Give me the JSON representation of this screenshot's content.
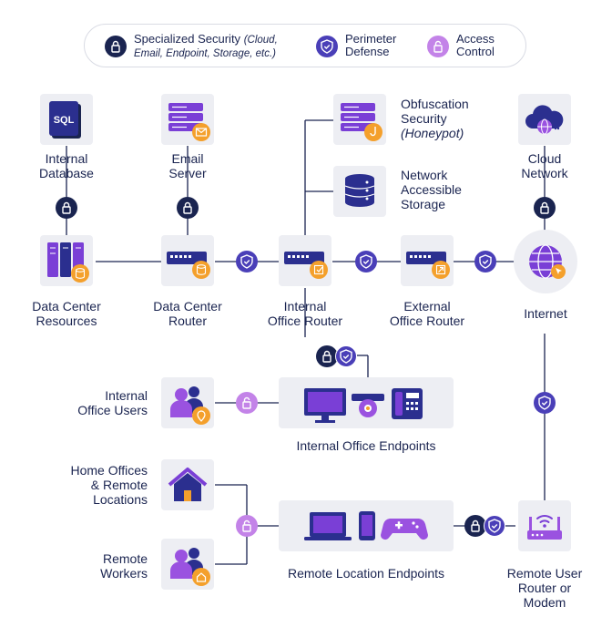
{
  "legend": {
    "specialized_title": "Specialized Security",
    "specialized_detail_1": "(Cloud,",
    "specialized_detail_2": "Email, Endpoint, Storage, etc.)",
    "perimeter_1": "Perimeter",
    "perimeter_2": "Defense",
    "access_1": "Access",
    "access_2": "Control"
  },
  "nodes": {
    "internal_database": [
      "Internal",
      "Database"
    ],
    "email_server": [
      "Email",
      "Server"
    ],
    "obfuscation": [
      "Obfuscation",
      "Security",
      "(Honeypot)"
    ],
    "nas": [
      "Network",
      "Accessible",
      "Storage"
    ],
    "cloud": [
      "Cloud",
      "Network"
    ],
    "dc_resources": [
      "Data Center",
      "Resources"
    ],
    "dc_router": [
      "Data Center",
      "Router"
    ],
    "internal_router": [
      "Internal",
      "Office Router"
    ],
    "external_router": [
      "External",
      "Office Router"
    ],
    "internet": "Internet",
    "internal_users": [
      "Internal",
      "Office Users"
    ],
    "internal_endpoints": "Internal Office Endpoints",
    "home_offices": [
      "Home Offices",
      "& Remote",
      "Locations"
    ],
    "remote_workers": [
      "Remote",
      "Workers"
    ],
    "remote_endpoints": "Remote Location Endpoints",
    "remote_router": [
      "Remote User",
      "Router or",
      "Modem"
    ]
  },
  "db_icon_text": "SQL",
  "colors": {
    "navy": "#1a2450",
    "purple": "#7a3fd6",
    "violet": "#9a52e0",
    "orange": "#f4a02c",
    "tile": "#edeef3",
    "line": "#1a2450"
  }
}
